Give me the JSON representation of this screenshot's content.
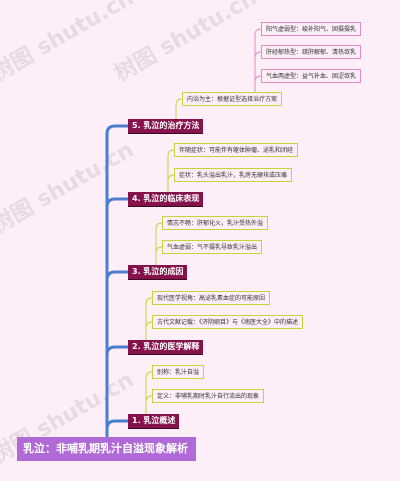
{
  "watermark": "树图 shutu.cn",
  "root": "乳泣：非哺乳期乳汁自溢现象解析",
  "sections": [
    {
      "title": "5. 乳泣的治疗方法",
      "children": [
        {
          "label": "内治为主：根据证型选择治疗方案",
          "children": [
            "阳气虚弱型：峻补阳气、固摄摄乳",
            "肝经郁热型：疏肝解郁、清热敛乳",
            "气血两虚型：益气补血、固涩敛乳"
          ]
        }
      ]
    },
    {
      "title": "4. 乳泣的临床表现",
      "children": [
        {
          "label": "伴随症状：可能伴有躯体肿瘤、泌乳和闭经"
        },
        {
          "label": "症状：乳头溢出乳汁，乳房无硬块或压痛"
        }
      ]
    },
    {
      "title": "3. 乳泣的成因",
      "children": [
        {
          "label": "情志不畅：肝郁化火，乳汁受热外溢"
        },
        {
          "label": "气血虚弱：气不摄乳导致乳汁溢出"
        }
      ]
    },
    {
      "title": "2. 乳泣的医学解释",
      "children": [
        {
          "label": "现代医学视角：高泌乳素血症的可能原因"
        },
        {
          "label": "古代文献记载：《济阴纲目》与《疡医大全》中的描述"
        }
      ]
    },
    {
      "title": "1. 乳泣概述",
      "children": [
        {
          "label": "别称：乳汁自溢"
        },
        {
          "label": "定义：非哺乳期时乳汁自行流出的现象"
        }
      ]
    }
  ],
  "colors": {
    "background": "#fdeef8",
    "root": "#b06ad6",
    "section": "#86124c",
    "trunk": "#4a7fd0",
    "leaf_border": "#c8d23c",
    "sub_leaf_border": "#e38ac6"
  }
}
